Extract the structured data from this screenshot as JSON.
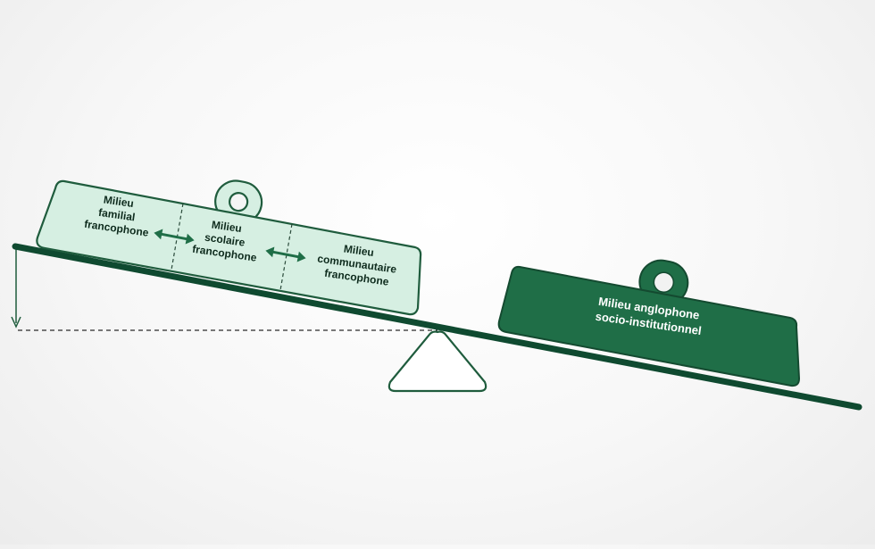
{
  "diagram": {
    "left_weight": {
      "segments": [
        {
          "lines": [
            "Milieu",
            "familial",
            "francophone"
          ]
        },
        {
          "lines": [
            "Milieu",
            "scolaire",
            "francophone"
          ]
        },
        {
          "lines": [
            "Milieu",
            "communautaire",
            "francophone"
          ]
        }
      ]
    },
    "right_weight": {
      "lines": [
        "Milieu anglophone",
        "socio-institutionnel"
      ]
    },
    "colors": {
      "dark_green": "#1f6e47",
      "beam": "#0f4a30",
      "light_green": "#d6efe2",
      "outline": "#1f5c3d",
      "text_dark": "#0f2c1e",
      "text_light": "#ffffff",
      "fulcrum_fill": "#ffffff"
    }
  }
}
